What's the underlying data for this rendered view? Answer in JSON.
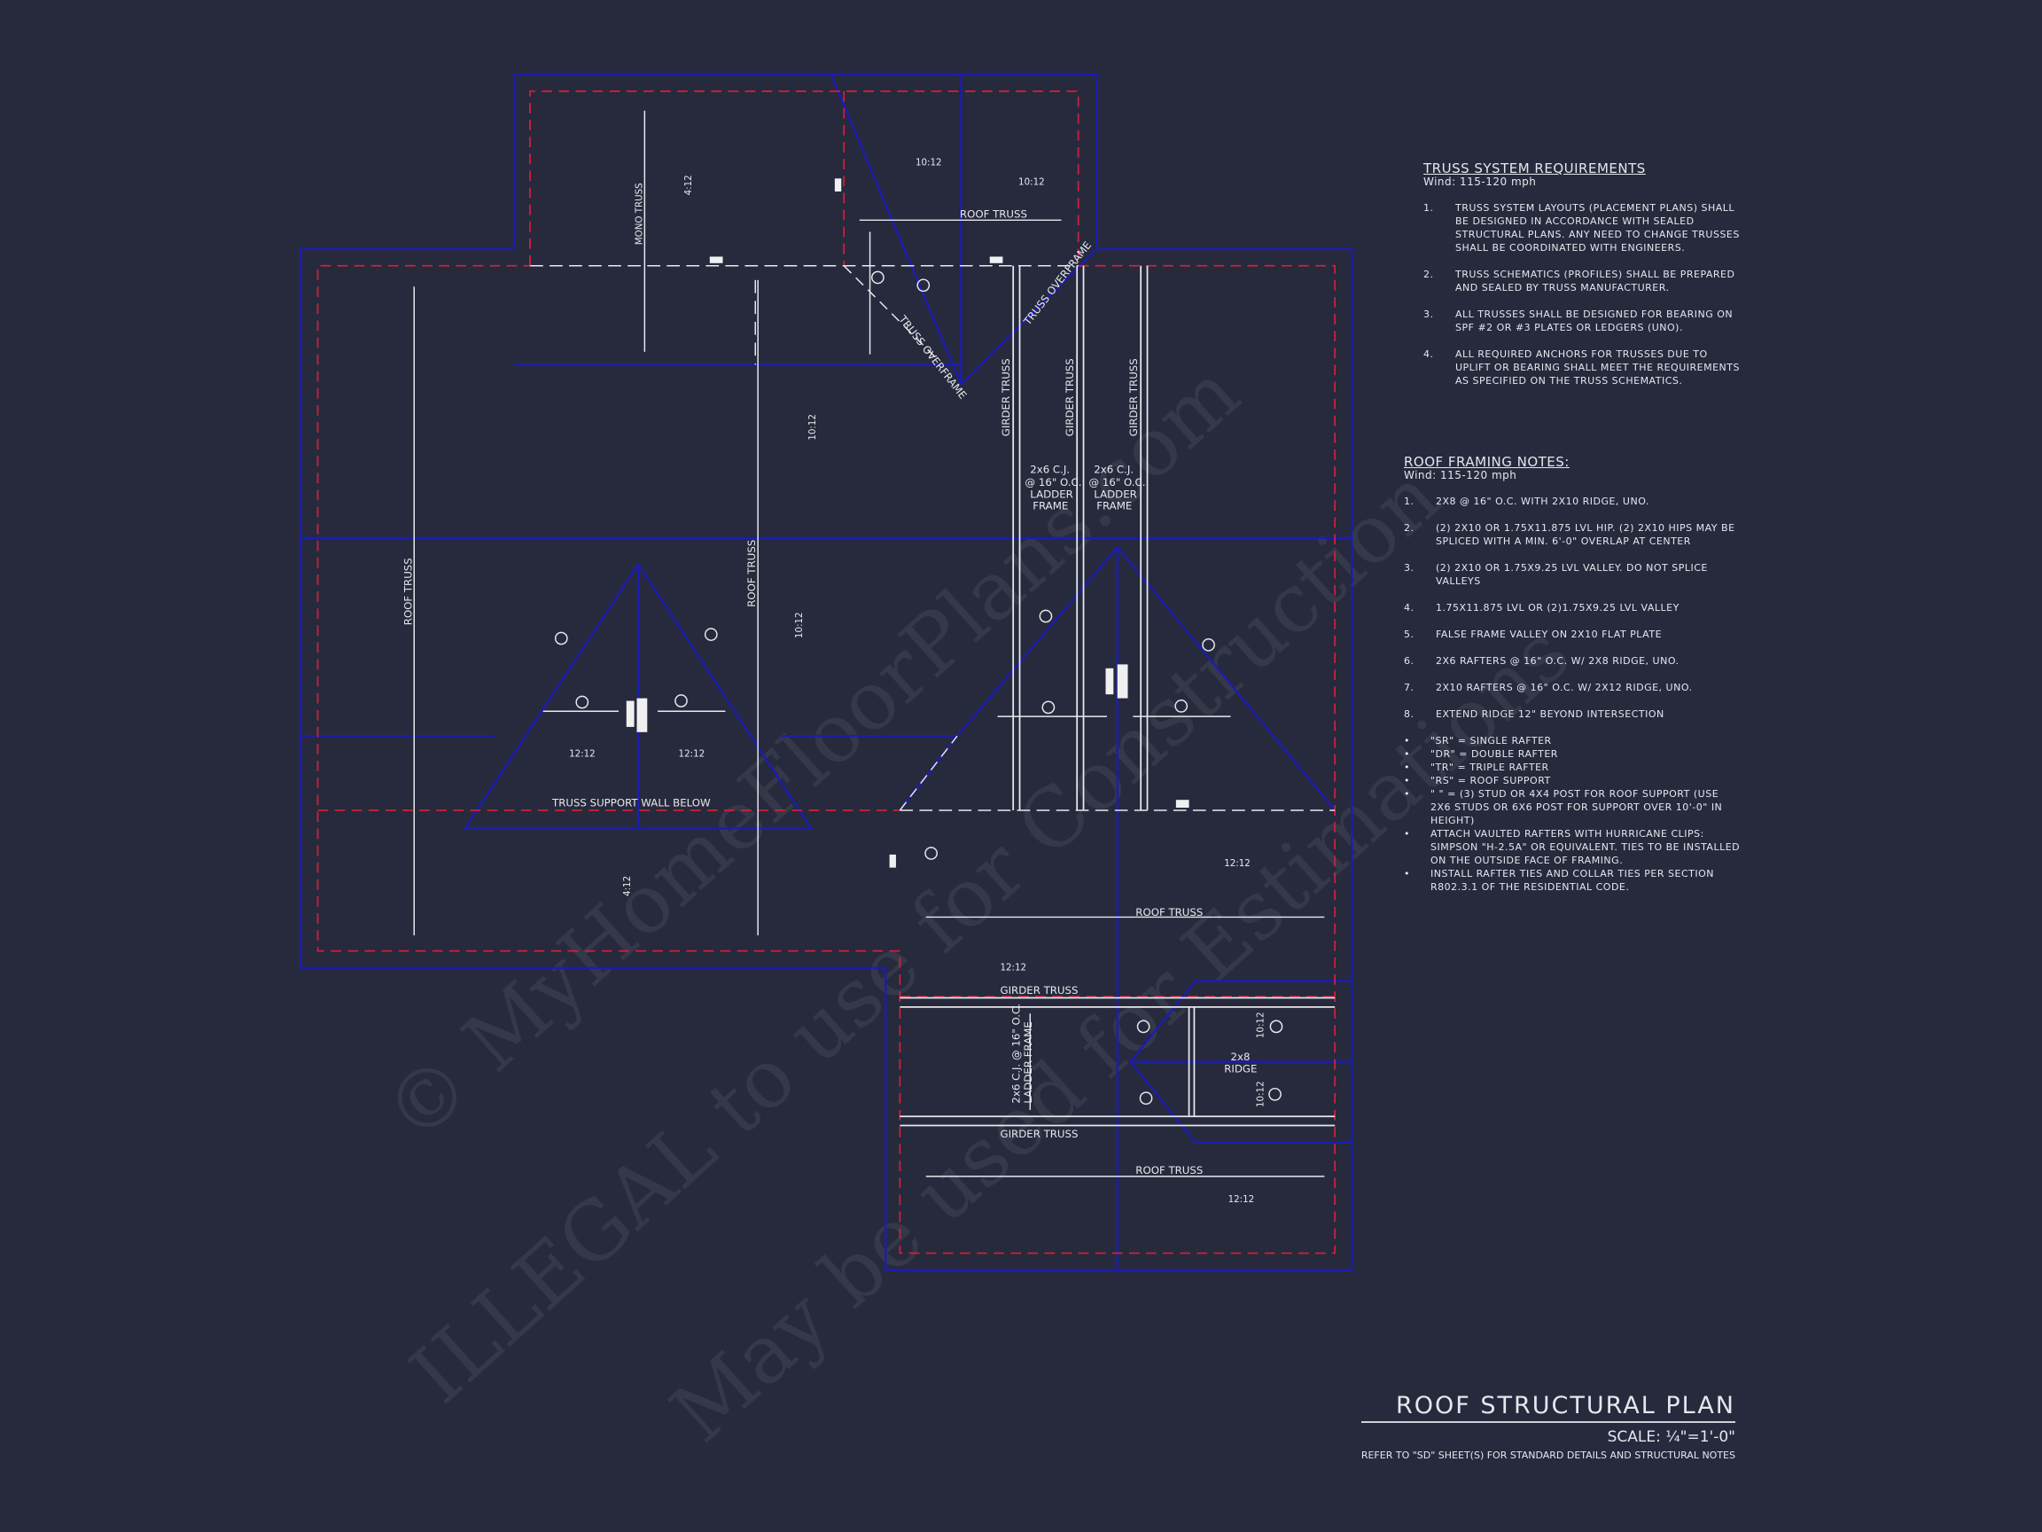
{
  "watermark": {
    "line1": "© MyHomeFloorPlans.com",
    "line2": "ILLEGAL to use for Construction",
    "line3": "May be used for Estimations"
  },
  "colors": {
    "background": "#262a3c",
    "wall_outline": "#1c1cb4",
    "overhang": "#d0203a",
    "framing": "#e8e8ee"
  },
  "plan_labels": {
    "mono_truss": "MONO TRUSS",
    "pitch_4_12_a": "4:12",
    "pitch_10_12_a": "10:12",
    "pitch_10_12_b": "10:12",
    "roof_truss_top": "ROOF TRUSS",
    "truss_overframe_left": "TRUSS OVERFRAME",
    "truss_overframe_right": "TRUSS OVERFRAME",
    "girder_truss_1": "GIRDER TRUSS",
    "girder_truss_2": "GIRDER TRUSS",
    "girder_truss_3": "GIRDER TRUSS",
    "ladder_frame_1": [
      "2x6 C.J.",
      "@ 16\" O.C.",
      "LADDER",
      "FRAME"
    ],
    "ladder_frame_2": [
      "2x6 C.J.",
      "@ 16\" O.C.",
      "LADDER",
      "FRAME"
    ],
    "pitch_10_12_c": "10:12",
    "roof_truss_left": "ROOF TRUSS",
    "roof_truss_mid": "ROOF TRUSS",
    "pitch_10_12_d": "10:12",
    "pitch_12_12_a": "12:12",
    "pitch_12_12_b": "12:12",
    "truss_support_wall": "TRUSS SUPPORT  WALL BELOW",
    "pitch_4_12_b": "4:12",
    "pitch_12_12_c": "12:12",
    "roof_truss_lower": "ROOF TRUSS",
    "pitch_12_12_d": "12:12",
    "girder_truss_top_h": "GIRDER TRUSS",
    "girder_truss_bottom_h": "GIRDER TRUSS",
    "ladder_frame_h": [
      "2x6 C.J. @ 16\" O.C.",
      "LADDER FRAME"
    ],
    "ridge": [
      "2x8",
      "RIDGE"
    ],
    "pitch_10_12_e": "10:12",
    "pitch_10_12_f": "10:12",
    "roof_truss_bottom": "ROOF TRUSS",
    "pitch_12_12_e": "12:12"
  },
  "truss_requirements": {
    "title": "TRUSS SYSTEM REQUIREMENTS",
    "wind": "Wind: 115-120 mph",
    "items": [
      {
        "num": "1.",
        "text": "TRUSS SYSTEM LAYOUTS (PLACEMENT PLANS) SHALL BE DESIGNED IN ACCORDANCE WITH SEALED STRUCTURAL PLANS. ANY NEED TO CHANGE TRUSSES SHALL BE COORDINATED WITH ENGINEERS."
      },
      {
        "num": "2.",
        "text": "TRUSS SCHEMATICS (PROFILES) SHALL BE PREPARED AND SEALED BY TRUSS MANUFACTURER."
      },
      {
        "num": "3.",
        "text": "ALL TRUSSES SHALL BE DESIGNED FOR BEARING ON SPF #2 OR #3 PLATES OR LEDGERS (UNO)."
      },
      {
        "num": "4.",
        "text": "ALL REQUIRED ANCHORS FOR TRUSSES DUE TO UPLIFT OR BEARING SHALL MEET THE REQUIREMENTS AS SPECIFIED ON THE TRUSS SCHEMATICS."
      }
    ]
  },
  "roof_framing_notes": {
    "title": "ROOF FRAMING NOTES:",
    "wind": "Wind: 115-120 mph",
    "items": [
      {
        "num": "1.",
        "text": "2x8 @ 16\" O.C. WITH 2x10 RIDGE, UNO."
      },
      {
        "num": "2.",
        "text": "(2) 2x10 OR 1.75x11.875 LVL HIP. (2) 2x10 HIPS MAY BE SPLICED WITH A MIN. 6'-0\" OVERLAP AT CENTER"
      },
      {
        "num": "3.",
        "text": "(2) 2x10 OR 1.75x9.25 LVL VALLEY. DO NOT SPLICE VALLEYS"
      },
      {
        "num": "4.",
        "text": "1.75x11.875 LVL OR (2)1.75x9.25 LVL VALLEY"
      },
      {
        "num": "5.",
        "text": "FALSE FRAME VALLEY ON 2x10 FLAT PLATE"
      },
      {
        "num": "6.",
        "text": "2x6 RAFTERS @ 16\" O.C. W/ 2x8 RIDGE, UNO."
      },
      {
        "num": "7.",
        "text": "2x10 RAFTERS @ 16\" O.C. W/ 2x12 RIDGE, UNO."
      },
      {
        "num": "8.",
        "text": "EXTEND RIDGE 12\" BEYOND INTERSECTION"
      }
    ],
    "bullets": [
      "\"SR\"  = SINGLE RAFTER",
      "\"DR\" = DOUBLE RAFTER",
      "\"TR\" = TRIPLE RAFTER",
      "\"RS\" = ROOF SUPPORT",
      "\"  \" = (3) STUD OR 4x4 POST FOR ROOF SUPPORT (USE 2X6 STUDS OR 6X6 POST FOR SUPPORT OVER 10'-0\" IN HEIGHT)",
      "ATTACH VAULTED RAFTERS WITH HURRICANE CLIPS: SIMPSON \"H-2.5A\" OR EQUIVALENT. TIES TO BE INSTALLED ON THE OUTSIDE FACE OF FRAMING.",
      "INSTALL RAFTER TIES AND COLLAR TIES PER SECTION R802.3.1 OF THE RESIDENTIAL CODE."
    ]
  },
  "title_block": {
    "title": "ROOF STRUCTURAL PLAN",
    "scale": "SCALE: ¼\"=1'-0\"",
    "reference": "REFER TO \"SD\" SHEET(S) FOR STANDARD DETAILS AND STRUCTURAL NOTES"
  }
}
